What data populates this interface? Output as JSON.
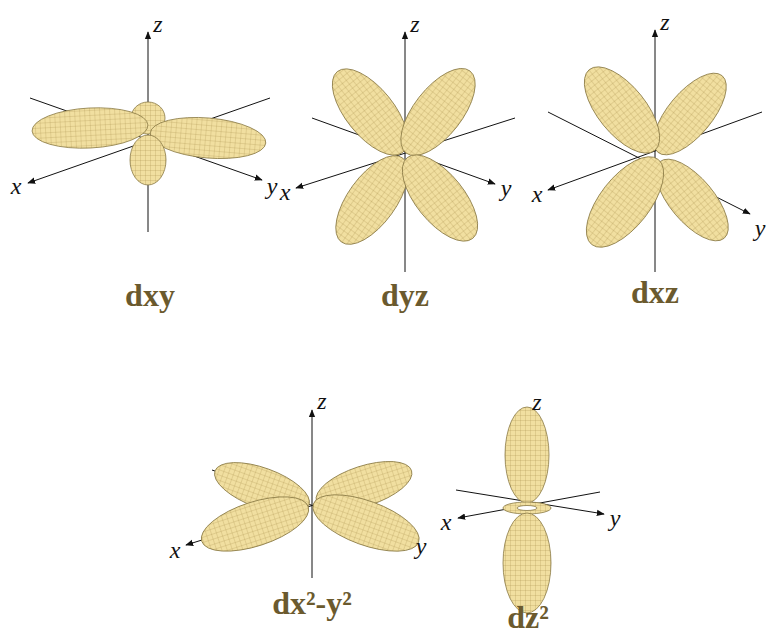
{
  "diagram": {
    "labels": [
      "z",
      "x",
      "y",
      "dxy",
      "z",
      "x",
      "y",
      "dyz",
      "z",
      "x",
      "y",
      "dxz",
      "z",
      "x",
      "y",
      "dx²-y²",
      "z",
      "x",
      "y",
      "dz²"
    ]
  }
}
